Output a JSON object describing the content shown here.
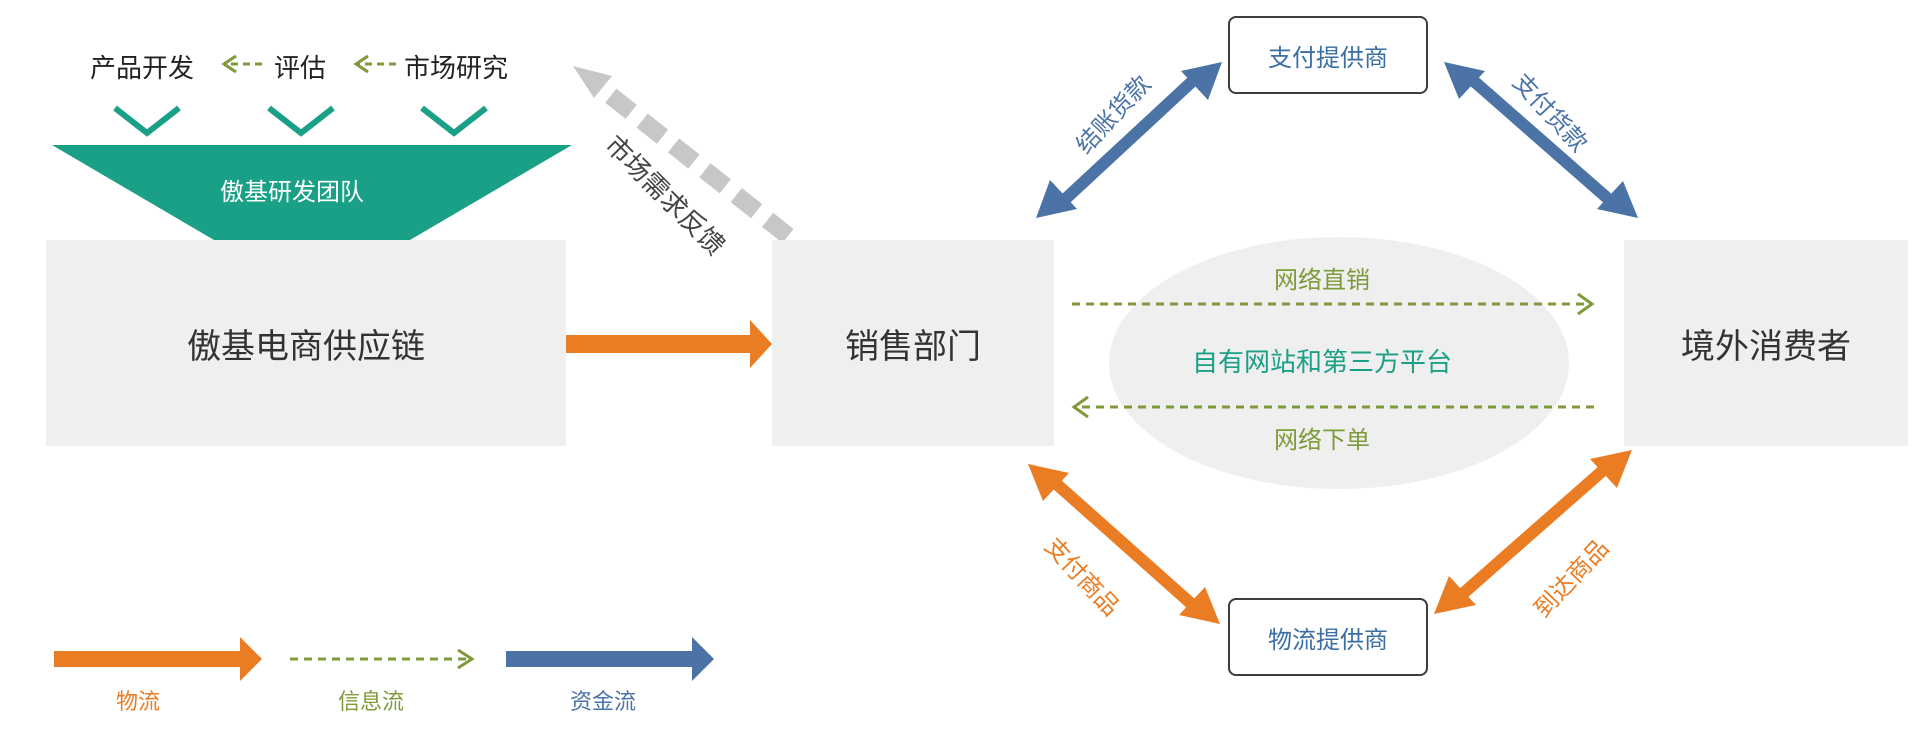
{
  "colors": {
    "material_flow": "#ea7d24",
    "info_flow": "#7f9a3a",
    "money_flow": "#4b73a6",
    "team_green": "#1aa086",
    "feedback_gray": "#c7c7c7",
    "box_gray": "#efefef"
  },
  "rd": {
    "steps": [
      "产品开发",
      "评估",
      "市场研究"
    ],
    "team": "傲基研发团队",
    "feedback": "市场需求反馈"
  },
  "nodes": {
    "supply_chain": "傲基电商供应链",
    "sales": "销售部门",
    "consumer": "境外消费者",
    "payment_provider": "支付提供商",
    "logistics_provider": "物流提供商"
  },
  "center": {
    "direct": "网络直销",
    "platform": "自有网站和第三方平台",
    "order": "网络下单"
  },
  "edges": {
    "settle": "结账货款",
    "pay": "支付货款",
    "pay_goods": "支付商品",
    "deliver": "到达商品"
  },
  "legend": {
    "material": "物流",
    "info": "信息流",
    "money": "资金流"
  }
}
